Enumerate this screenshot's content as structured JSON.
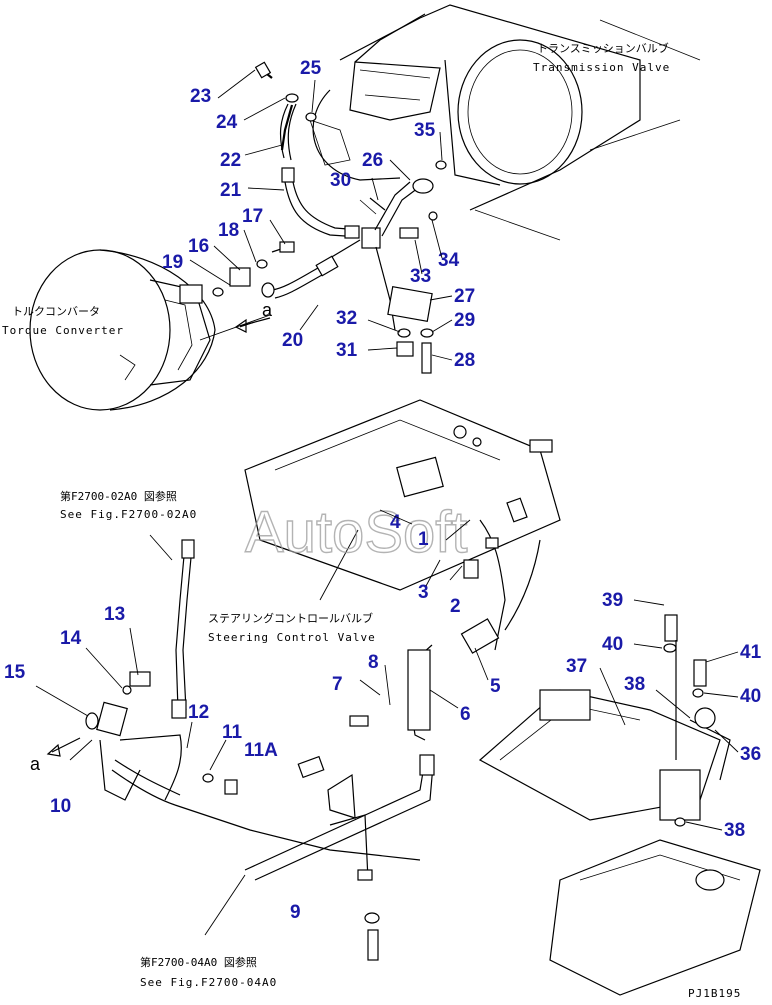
{
  "labels": {
    "transmission_valve_jp": "トランスミッションバルブ",
    "transmission_valve_en": "Transmission Valve",
    "torque_converter_jp": "トルクコンバータ",
    "torque_converter_en": "Torque Converter",
    "see_02a0_jp": "第F2700-02A0 図参照",
    "see_02a0_en": "See Fig.F2700-02A0",
    "steering_valve_jp": "ステアリングコントロールバルブ",
    "steering_valve_en": "Steering Control Valve",
    "see_04a0_jp": "第F2700-04A0 図参照",
    "see_04a0_en": "See Fig.F2700-04A0",
    "figure_code": "PJ1B195",
    "watermark": "AutoSoft",
    "arrow_a_top": "a",
    "arrow_a_bottom": "a"
  },
  "callouts": {
    "c1": "1",
    "c2": "2",
    "c3": "3",
    "c4": "4",
    "c5": "5",
    "c6": "6",
    "c7": "7",
    "c8": "8",
    "c9": "9",
    "c10": "10",
    "c11": "11",
    "c11a": "11A",
    "c12": "12",
    "c13": "13",
    "c14": "14",
    "c15": "15",
    "c16": "16",
    "c17": "17",
    "c18": "18",
    "c19": "19",
    "c20": "20",
    "c21": "21",
    "c22": "22",
    "c23": "23",
    "c24": "24",
    "c25": "25",
    "c26": "26",
    "c27": "27",
    "c28": "28",
    "c29": "29",
    "c30": "30",
    "c31": "31",
    "c32": "32",
    "c33": "33",
    "c34": "34",
    "c35": "35",
    "c36": "36",
    "c37": "37",
    "c38a": "38",
    "c38b": "38",
    "c39": "39",
    "c40a": "40",
    "c40b": "40",
    "c41": "41"
  },
  "colors": {
    "callout": "#1a1aa8",
    "line": "#000000",
    "watermark": "#9a9a9a"
  }
}
